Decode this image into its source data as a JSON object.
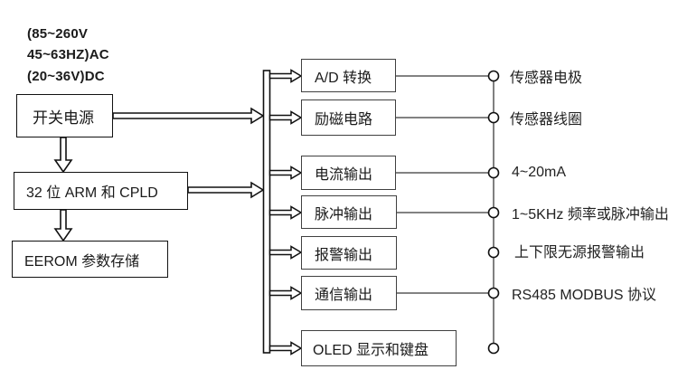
{
  "diagram": {
    "input_notes": {
      "line1": "(85~260V",
      "line2": "45~63HZ)AC",
      "line3": "(20~36V)DC"
    },
    "left_boxes": {
      "power": "开关电源",
      "mcu": "32 位 ARM 和 CPLD",
      "eeprom": "EEROM 参数存储"
    },
    "modules": [
      {
        "label": "A/D 转换",
        "terminal": "传感器电极"
      },
      {
        "label": "励磁电路",
        "terminal": "传感器线圈"
      },
      {
        "label": "电流输出",
        "terminal": "4~20mA"
      },
      {
        "label": "脉冲输出",
        "terminal": "1~5KHz 频率或脉冲输出"
      },
      {
        "label": "报警输出",
        "terminal": "上下限无源报警输出"
      },
      {
        "label": "通信输出",
        "terminal": "RS485 MODBUS 协议"
      },
      {
        "label": "OLED 显示和键盘",
        "terminal": ""
      }
    ],
    "colors": {
      "line": "#111111",
      "connector": "#595959",
      "module_border": "#404040",
      "background": "#ffffff"
    }
  }
}
